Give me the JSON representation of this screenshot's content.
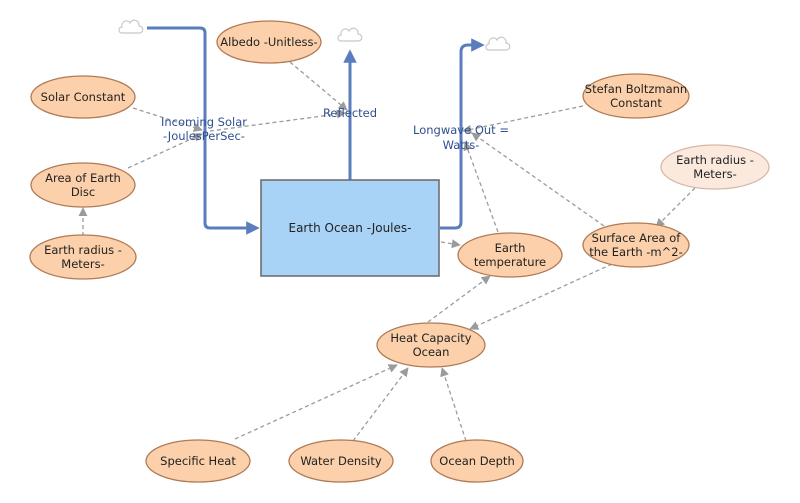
{
  "colors": {
    "variable_fill": "#fbd0aa",
    "variable_stroke": "#b07a55",
    "ghost_fill": "#fbe9dd",
    "ghost_stroke": "#d8b8a4",
    "stock_fill": "#a8d3f7",
    "stock_stroke": "#666666",
    "flow_pipe": "#5b7dbd",
    "link": "#9b9b9b",
    "cloud": "#cccccc"
  },
  "stock": {
    "earth_ocean": {
      "label": "Earth Ocean -Joules-"
    }
  },
  "flows": {
    "incoming_solar": {
      "line1": "Incoming Solar",
      "line2": "-JoulesPerSec-"
    },
    "reflected": {
      "line1": "Reflected"
    },
    "longwave_out": {
      "line1": "Longwave Out =",
      "line2": "Watts-"
    }
  },
  "variables": {
    "albedo": {
      "line1": "Albedo -Unitless-"
    },
    "solar_constant": {
      "line1": "Solar Constant"
    },
    "area_of_earth_disc": {
      "line1": "Area of Earth",
      "line2": "Disc"
    },
    "earth_radius_left": {
      "line1": "Earth radius -",
      "line2": "Meters-"
    },
    "stefan_boltzmann": {
      "line1": "Stefan Boltzmann",
      "line2": "Constant"
    },
    "earth_radius_right": {
      "line1": "Earth radius -",
      "line2": "Meters-"
    },
    "surface_area": {
      "line1": "Surface Area of",
      "line2": "the Earth -m^2-"
    },
    "earth_temperature": {
      "line1": "Earth",
      "line2": "temperature"
    },
    "heat_capacity_ocean": {
      "line1": "Heat Capacity",
      "line2": "Ocean"
    },
    "specific_heat": {
      "line1": "Specific Heat"
    },
    "water_density": {
      "line1": "Water Density"
    },
    "ocean_depth": {
      "line1": "Ocean Depth"
    }
  },
  "clouds": [
    "cloud-icon",
    "cloud-icon",
    "cloud-icon"
  ]
}
